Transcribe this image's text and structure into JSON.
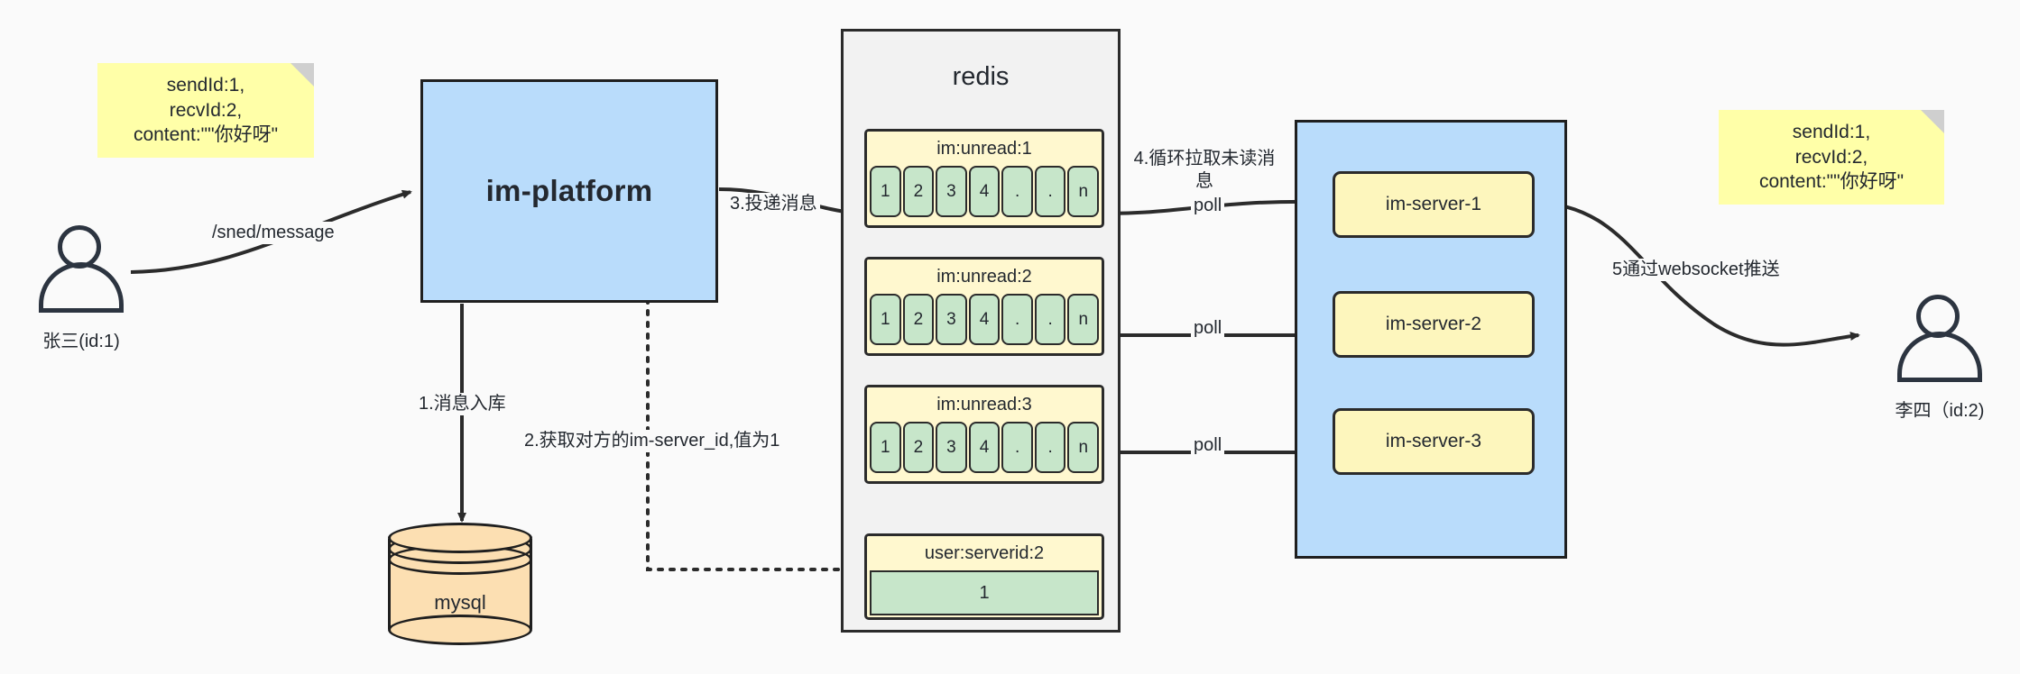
{
  "diagram": {
    "title": "IM message delivery architecture",
    "colors": {
      "sticky": "#ffffa8",
      "blue_box": "#b9dcfb",
      "redis_container": "#f2f2f2",
      "key_header": "#fff8cf",
      "cell_green": "#c7e6ca",
      "server_yellow": "#fdf6bd",
      "mysql_orange": "#fcdfb2",
      "stroke": "#2b2b2b",
      "background": "#fafafa"
    }
  },
  "notes": {
    "left": "sendId:1,\nrecvId:2,\ncontent:\"\"你好呀\"",
    "right": "sendId:1,\nrecvId:2,\ncontent:\"\"你好呀\""
  },
  "actors": {
    "sender": {
      "label": "张三(id:1)"
    },
    "receiver": {
      "label": "李四（id:2)"
    }
  },
  "platform": {
    "label": "im-platform"
  },
  "mysql": {
    "label": "mysql"
  },
  "redis": {
    "title": "redis",
    "keys": [
      {
        "name": "im:unread:1",
        "cells": [
          "1",
          "2",
          "3",
          "4",
          ".",
          ".",
          "n"
        ]
      },
      {
        "name": "im:unread:2",
        "cells": [
          "1",
          "2",
          "3",
          "4",
          ".",
          ".",
          "n"
        ]
      },
      {
        "name": "im:unread:3",
        "cells": [
          "1",
          "2",
          "3",
          "4",
          ".",
          ".",
          "n"
        ]
      }
    ],
    "serverid": {
      "name": "user:serverid:2",
      "value": "1"
    }
  },
  "servers": [
    {
      "label": "im-server-1"
    },
    {
      "label": "im-server-2"
    },
    {
      "label": "im-server-3"
    }
  ],
  "edges": {
    "send_message": "/sned/message",
    "step1": "1.消息入库",
    "step2": "2.获取对方的im-server_id,值为1",
    "step3": "3.投递消息",
    "step4": "4.循环拉取未读消\n息",
    "step5": "5通过websocket推送",
    "poll1": "poll",
    "poll2": "poll",
    "poll3": "poll"
  }
}
